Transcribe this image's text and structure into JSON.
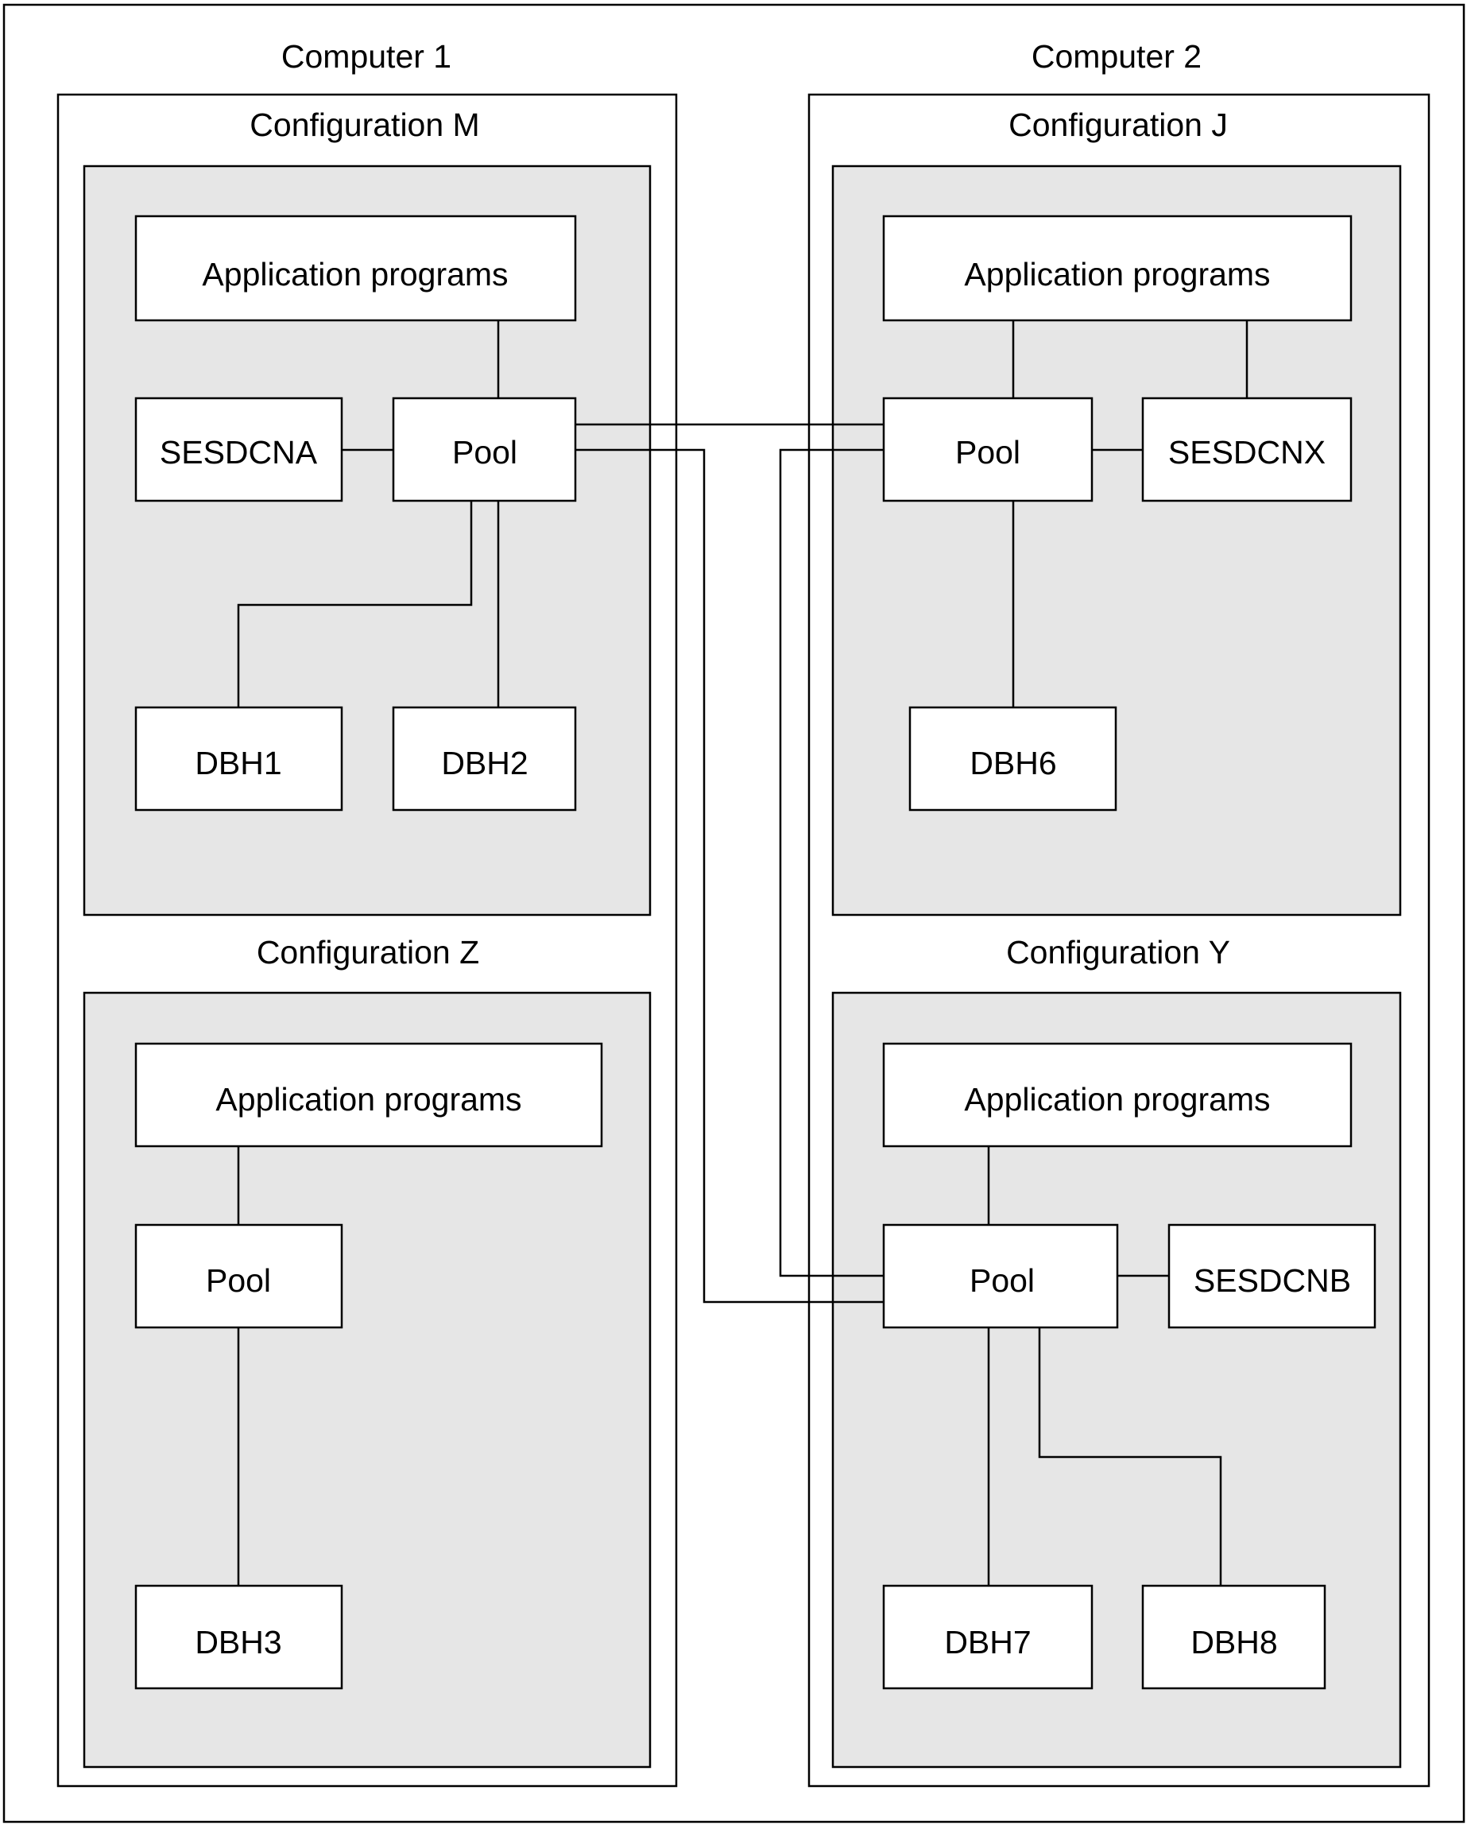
{
  "computer1": {
    "title": "Computer 1",
    "config_m": {
      "title": "Configuration M",
      "app": "Application programs",
      "pool": "Pool",
      "sesdcn": "SESDCNA",
      "dbh_a": "DBH1",
      "dbh_b": "DBH2"
    },
    "config_z": {
      "title": "Configuration Z",
      "app": "Application programs",
      "pool": "Pool",
      "dbh": "DBH3"
    }
  },
  "computer2": {
    "title": "Computer 2",
    "config_j": {
      "title": "Configuration J",
      "app": "Application programs",
      "pool": "Pool",
      "sesdcn": "SESDCNX",
      "dbh": "DBH6"
    },
    "config_y": {
      "title": "Configuration Y",
      "app": "Application programs",
      "pool": "Pool",
      "sesdcn": "SESDCNB",
      "dbh_a": "DBH7",
      "dbh_b": "DBH8"
    }
  },
  "colors": {
    "panel_fill": "#e6e6e6",
    "box_fill": "#ffffff",
    "line": "#000000"
  }
}
